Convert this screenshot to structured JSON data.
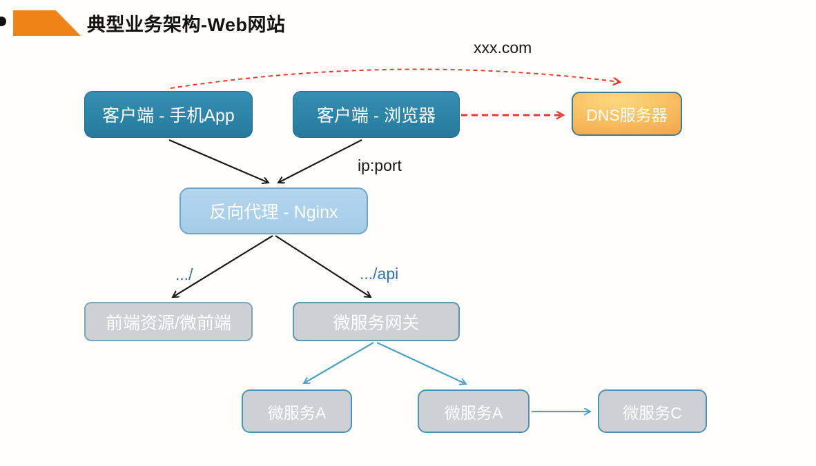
{
  "header": {
    "title": "典型业务架构-Web网站"
  },
  "annotations": {
    "domain": "xxx.com",
    "ip_port": "ip:port",
    "route_root": ".../",
    "route_api": ".../api"
  },
  "nodes": {
    "client_app": {
      "label": "客户端 - 手机App"
    },
    "client_browser": {
      "label": "客户端 - 浏览器"
    },
    "dns": {
      "label": "DNS服务器"
    },
    "reverse_proxy": {
      "label": "反向代理 - Nginx"
    },
    "frontend_assets": {
      "label": "前端资源/微前端"
    },
    "gateway": {
      "label": "微服务网关"
    },
    "service_a1": {
      "label": "微服务A"
    },
    "service_a2": {
      "label": "微服务A"
    },
    "service_c": {
      "label": "微服务C"
    }
  },
  "colors": {
    "client_box": "#2b83a6",
    "dns_gradient_top": "#fcd87f",
    "dns_gradient_bottom": "#f09a45",
    "nginx_box": "#a9cfea",
    "gray_box": "#cdd0d5",
    "gray_box_border": "#4e93ae",
    "header_shape": "#f08418",
    "arrow_black": "#1a1a1a",
    "arrow_red": "#e8392c",
    "arrow_blue": "#4ba3c3",
    "route_text": "#2e75b6"
  }
}
